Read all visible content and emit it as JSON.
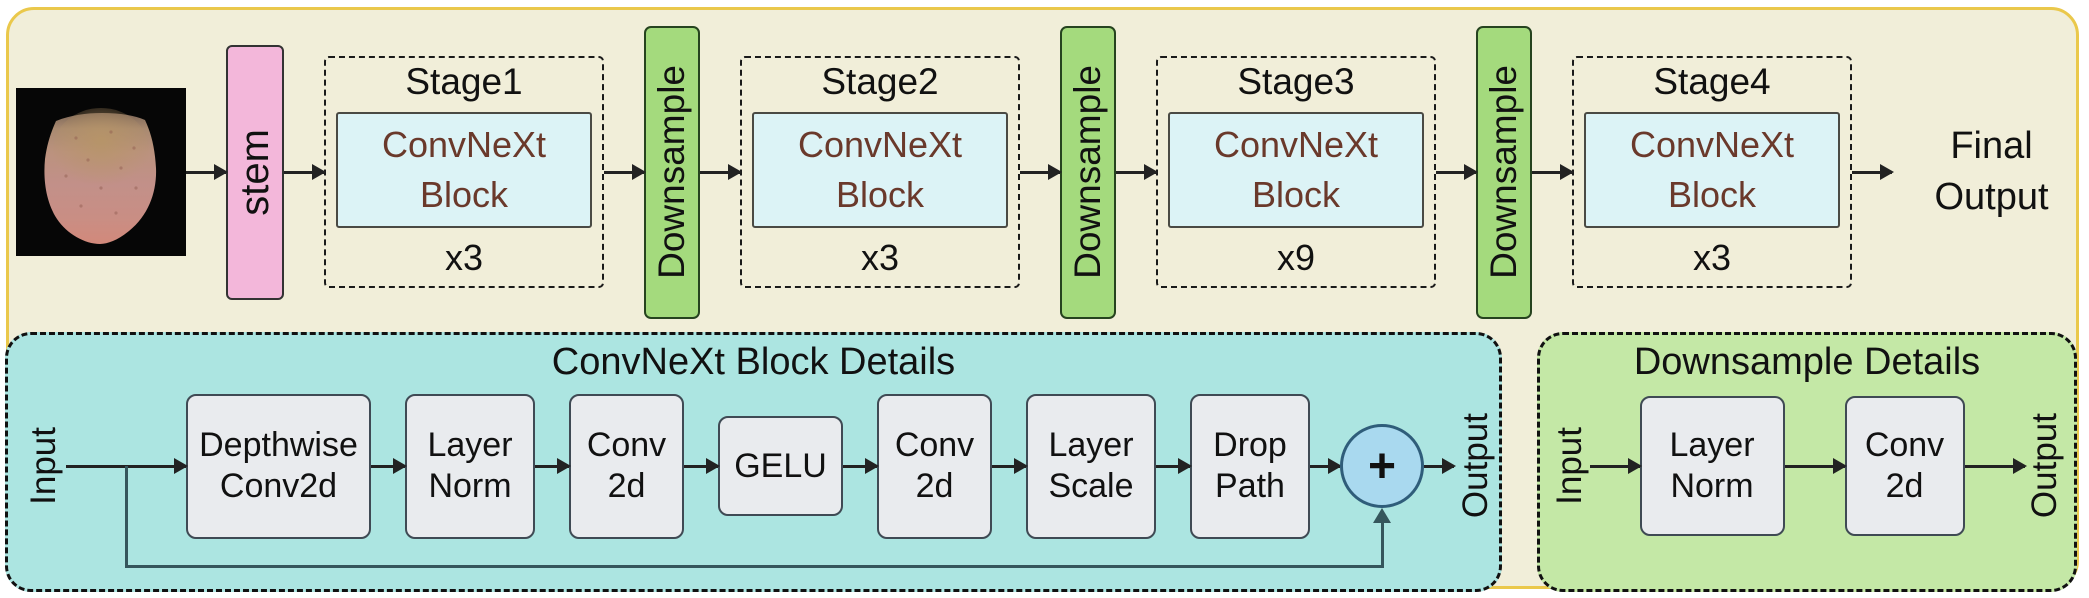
{
  "pipeline": {
    "stem_label": "stem",
    "downsample_label": "Downsample",
    "stages": [
      {
        "title": "Stage1",
        "block_line1": "ConvNeXt",
        "block_line2": "Block",
        "repeat": "x3"
      },
      {
        "title": "Stage2",
        "block_line1": "ConvNeXt",
        "block_line2": "Block",
        "repeat": "x3"
      },
      {
        "title": "Stage3",
        "block_line1": "ConvNeXt",
        "block_line2": "Block",
        "repeat": "x9"
      },
      {
        "title": "Stage4",
        "block_line1": "ConvNeXt",
        "block_line2": "Block",
        "repeat": "x3"
      }
    ],
    "final_output_line1": "Final",
    "final_output_line2": "Output"
  },
  "convnext_details": {
    "title": "ConvNeXt Block Details",
    "input_label": "Input",
    "output_label": "Output",
    "sum_symbol": "+",
    "blocks": [
      {
        "lines": [
          "Depthwise",
          "Conv2d"
        ]
      },
      {
        "lines": [
          "Layer",
          "Norm"
        ]
      },
      {
        "lines": [
          "Conv",
          "2d"
        ]
      },
      {
        "lines": [
          "GELU"
        ]
      },
      {
        "lines": [
          "Conv",
          "2d"
        ]
      },
      {
        "lines": [
          "Layer",
          "Scale"
        ]
      },
      {
        "lines": [
          "Drop",
          "Path"
        ]
      }
    ]
  },
  "downsample_details": {
    "title": "Downsample Details",
    "input_label": "Input",
    "output_label": "Output",
    "blocks": [
      {
        "lines": [
          "Layer",
          "Norm"
        ]
      },
      {
        "lines": [
          "Conv",
          "2d"
        ]
      }
    ]
  },
  "colors": {
    "frame_bg": "#f1eed9",
    "frame_border": "#eac84b",
    "stem_pink": "#f3b7da",
    "downsample_green": "#a4da7d",
    "downsample_border": "#26431f",
    "block_blue": "#dcf3f6",
    "block_text_brown": "#6a392b",
    "cyan_panel": "#ace5e1",
    "green_panel": "#c4e8a6",
    "box_gray": "#e9ebee",
    "box_border": "#3f4a54",
    "sum_circle": "#a9d9ef",
    "sum_circle_border": "#2f5d7a",
    "arrow_dark": "#222222",
    "skip_line": "#35565c",
    "text_black": "#111111"
  }
}
